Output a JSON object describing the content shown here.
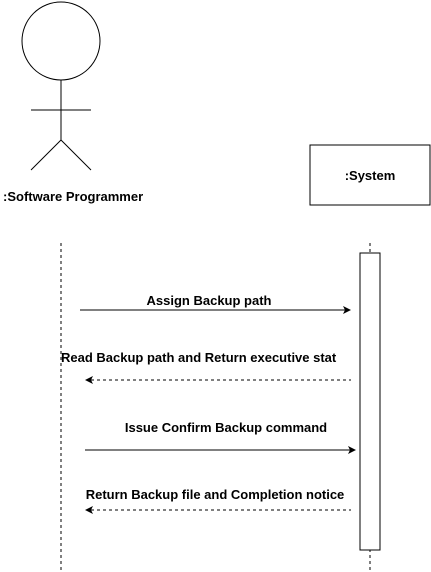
{
  "actor": {
    "label": ":Software Programmer"
  },
  "system": {
    "label": ":System"
  },
  "messages": [
    {
      "label": "Assign Backup path",
      "direction": "to-system",
      "style": "solid"
    },
    {
      "label": "Read Backup path and Return executive stat",
      "direction": "to-actor",
      "style": "dashed"
    },
    {
      "label": "Issue Confirm Backup command",
      "direction": "to-system",
      "style": "solid"
    },
    {
      "label": "Return Backup file and Completion notice",
      "direction": "to-actor",
      "style": "dashed"
    }
  ],
  "colors": {
    "line": "#000000",
    "background": "#ffffff"
  }
}
